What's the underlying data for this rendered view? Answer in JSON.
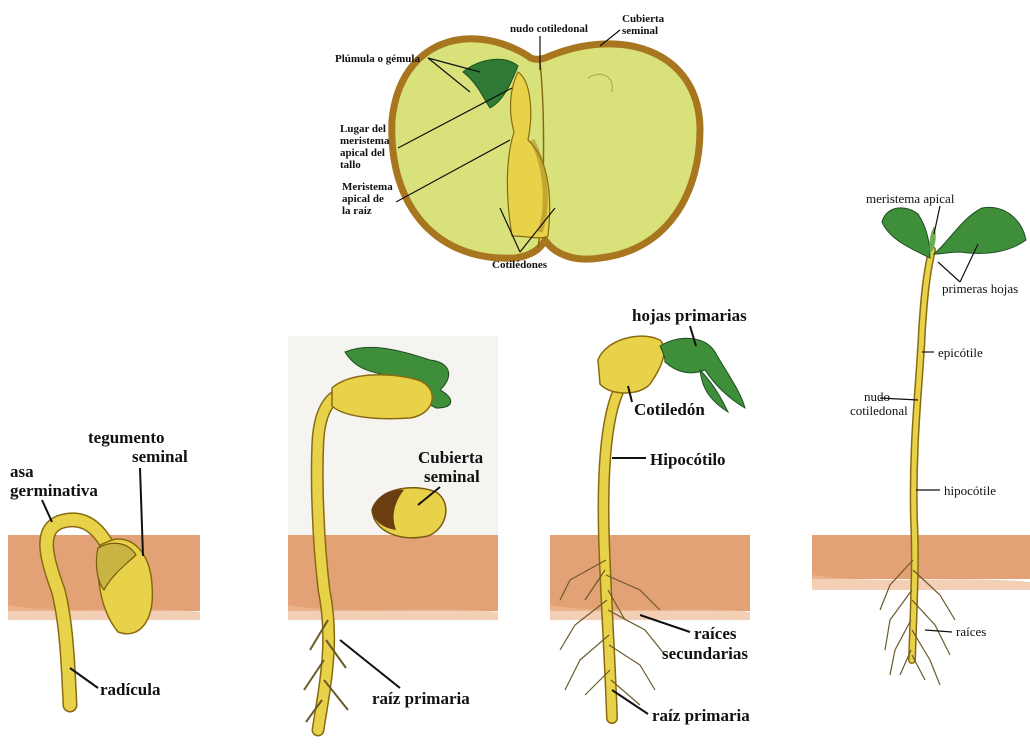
{
  "colors": {
    "seed": "#d9e27a",
    "seed_edge": "#a8761e",
    "stem": "#e8d24a",
    "stem_edge": "#8a6a10",
    "leaf": "#3f8f3a",
    "soil": "#e3a276",
    "root": "#6b5a2a"
  },
  "seed_diagram": {
    "plumula": "Plúmula o gémula",
    "nudo": "nudo cotiledonal",
    "cubierta_1": "Cubierta",
    "cubierta_2": "seminal",
    "lugar_1": "Lugar del",
    "lugar_2": "meristema",
    "lugar_3": "apical del",
    "lugar_4": "tallo",
    "meristema_1": "Meristema",
    "meristema_2": "apical de",
    "meristema_3": "la raíz",
    "cotiledones": "Cotilédones"
  },
  "stage1": {
    "tegumento_1": "tegumento",
    "tegumento_2": "seminal",
    "asa_1": "asa",
    "asa_2": "germinativa",
    "radicula": "radícula"
  },
  "stage2": {
    "cubierta_1": "Cubierta",
    "cubierta_2": "seminal",
    "raiz": "raíz primaria"
  },
  "stage3": {
    "hojas": "hojas primarias",
    "cotiledon": "Cotiledón",
    "hipocotilo": "Hipocótilo",
    "raices_1": "raíces",
    "raices_2": "secundarias",
    "raiz": "raíz primaria"
  },
  "stage4": {
    "meristema": "meristema apical",
    "primeras": "primeras hojas",
    "epicotile": "epicótile",
    "nudo_1": "nudo",
    "nudo_2": "cotiledonal",
    "hipocotile": "hipocótile",
    "raices": "raíces"
  }
}
